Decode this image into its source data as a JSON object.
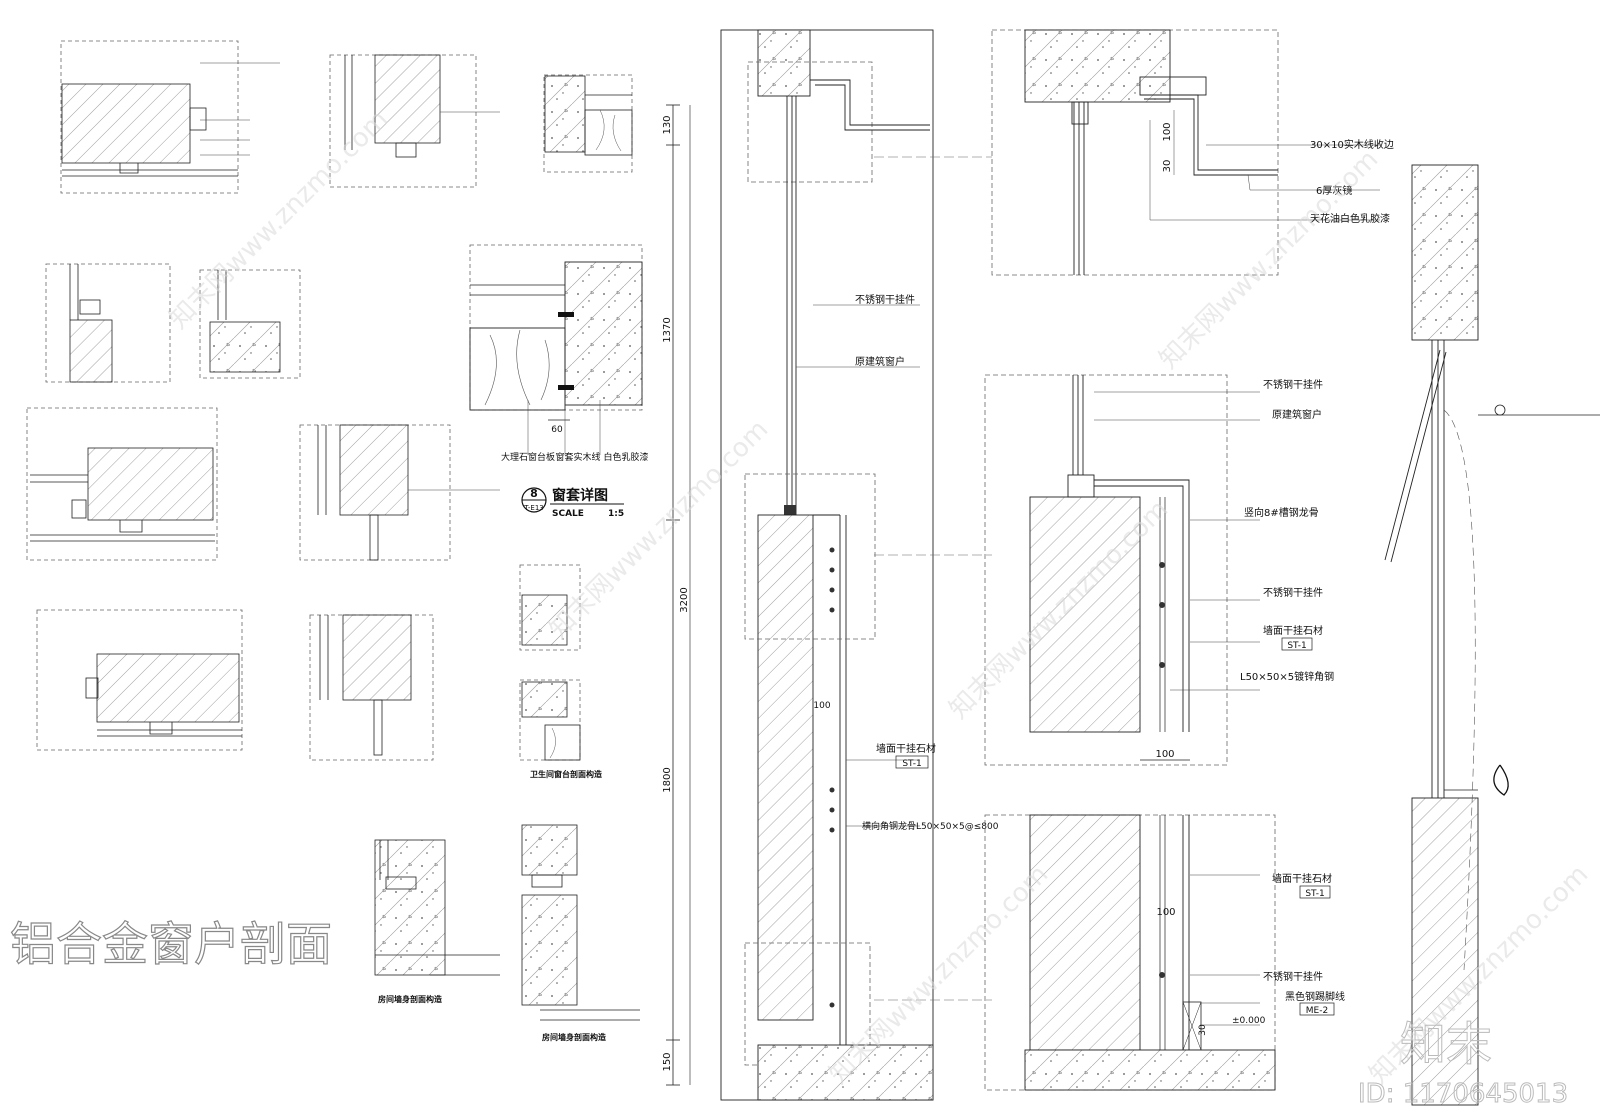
{
  "drawing": {
    "sheet_title": "铝合金窗户剖面",
    "window_detail": {
      "number": "8",
      "ref": "T-E13",
      "title": "窗套详图",
      "scale_label": "SCALE",
      "scale_value": "1:5"
    },
    "bath_sill_title": "卫生间窗台剖面构造",
    "room_wall_title_1": "房间墙身剖面构造",
    "room_wall_title_2": "房间墙身剖面构造",
    "sill_scale": "1:5",
    "labels_main": {
      "stainless_hanger_1": "不锈钢干挂件",
      "original_window": "原建筑窗户",
      "wall_stone": "墙面干挂石材",
      "st1_a": "ST-1",
      "angle_steel": "横向角钢龙骨L50×50×5@≤800"
    },
    "labels_right": {
      "wood_line": "30×10实木线收边",
      "mirror": "6厚灰镜",
      "ceiling_paint": "天花油白色乳胶漆",
      "stainless_hanger_2": "不锈钢干挂件",
      "original_window_2": "原建筑窗户",
      "channel_keel": "竖向8#槽钢龙骨",
      "stainless_hanger_3": "不锈钢干挂件",
      "wall_stone_2": "墙面干挂石材",
      "st1_b": "ST-1",
      "galv_angle": "L50×50×5镀锌角钢",
      "wall_stone_3": "墙面干挂石材",
      "st1_c": "ST-1",
      "stainless_hanger_4": "不锈钢干挂件",
      "skirting": "黑色钢踢脚线",
      "me2": "ME-2",
      "level": "±0.000"
    },
    "labels_sill": {
      "marble": "大理石窗台板",
      "wood_line_2": "窗套实木线",
      "latex": "白色乳胶漆"
    },
    "dimensions": {
      "d130": "130",
      "d1370": "1370",
      "d3200": "3200",
      "d1800": "1800",
      "d150": "150",
      "d100a": "100",
      "d30": "30",
      "d60": "60",
      "d100b": "100",
      "d100c": "100",
      "d100d": "100",
      "d30b": "30"
    },
    "watermarks": [
      "知末网www.znzmo.com"
    ],
    "logo": "知末",
    "id_label": "ID: 1170645013"
  }
}
